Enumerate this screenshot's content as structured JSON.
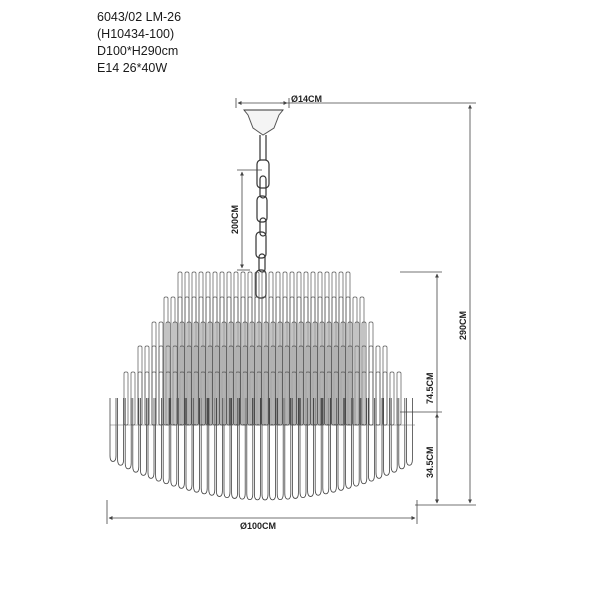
{
  "spec": {
    "model": "6043/02 LM-26",
    "code": "(H10434-100)",
    "dimensions": "D100*H290cm",
    "bulbs": "E14 26*40W"
  },
  "dimensions": {
    "canopy_diameter": "Ø14CM",
    "chain_length": "200CM",
    "total_height": "290CM",
    "body_height": "74.5CM",
    "lower_height": "34.5CM",
    "diameter": "Ø100CM"
  }
}
